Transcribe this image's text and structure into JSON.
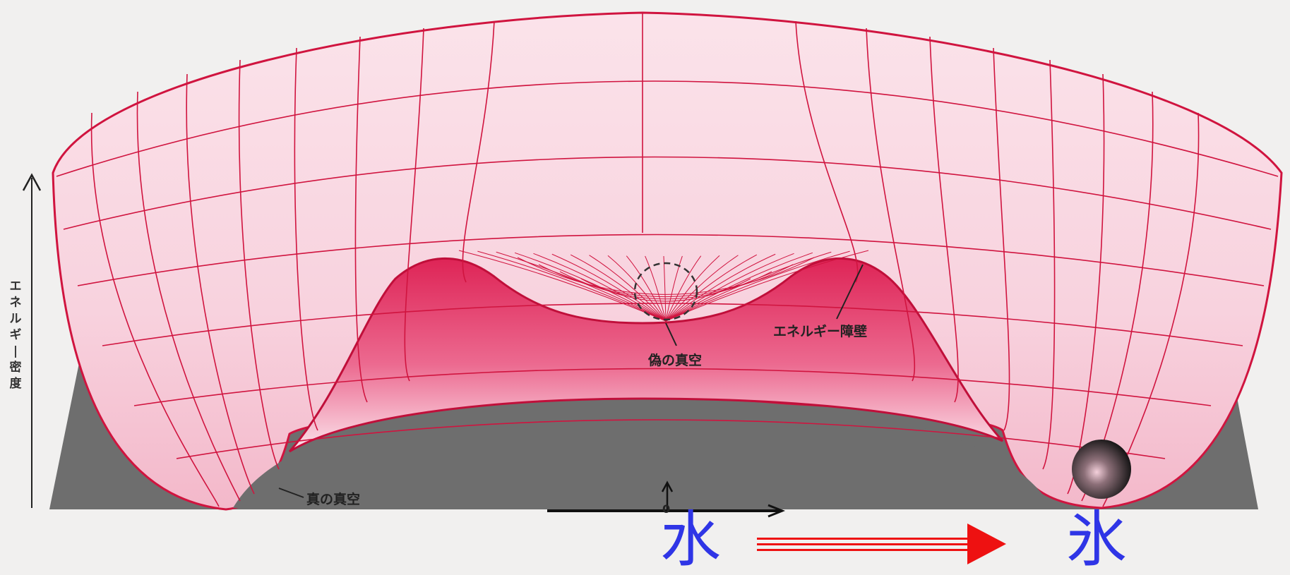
{
  "y_axis_label": "エネルギー密度",
  "labels": {
    "false_vacuum": "偽の真空",
    "energy_barrier": "エネルギー障壁",
    "true_vacuum": "真の真空",
    "origin": "0"
  },
  "transition": {
    "from": "水",
    "to": "氷"
  },
  "colors": {
    "surface_line": "#d0143f",
    "barrier_fill": "#e23a69",
    "ground": "#6e6e6e",
    "arrow": "#ee1111",
    "text_blue": "#2f35e6"
  }
}
